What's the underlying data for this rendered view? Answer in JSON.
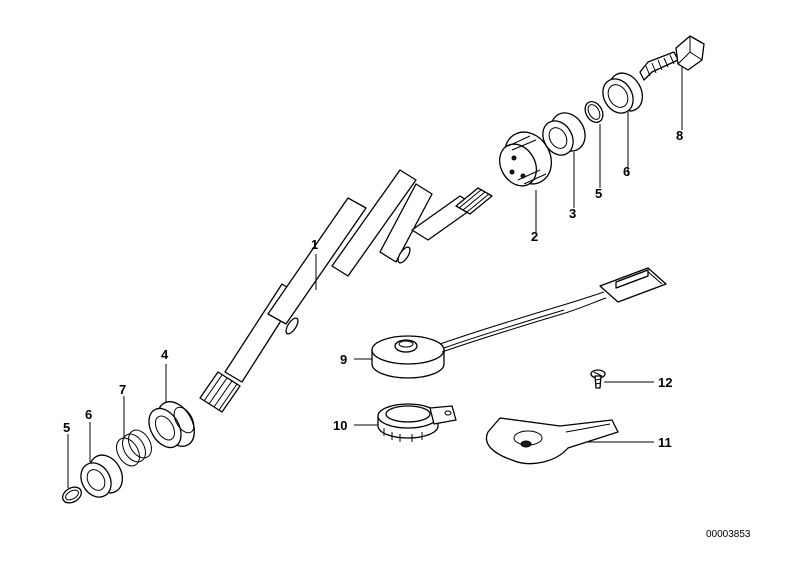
{
  "callouts": [
    "1",
    "2",
    "3",
    "4",
    "5",
    "5",
    "6",
    "6",
    "7",
    "8",
    "9",
    "10",
    "11",
    "12"
  ],
  "reference_number": "00003853"
}
